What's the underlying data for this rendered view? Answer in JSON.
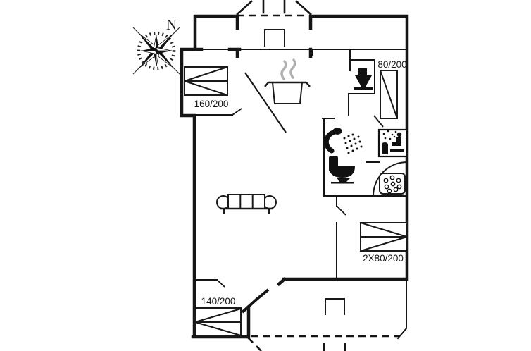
{
  "diagram_type": "floor-plan",
  "compass": {
    "north_label": "N"
  },
  "rooms": {
    "bed_labels": [
      {
        "name": "bed-160",
        "label": "160/200"
      },
      {
        "name": "bed-80",
        "label": "80/200"
      },
      {
        "name": "bed-2x80",
        "label": "2X80/200"
      },
      {
        "name": "bed-140",
        "label": "140/200"
      }
    ]
  },
  "icons": {
    "compass_rose": "eight-point compass rose with tick ring",
    "stove_pot": "steaming cooking pot (kitchen)",
    "toilet_wc": "toilet pictogram in WC",
    "toilet_bathroom": "toilet pictogram in bathroom",
    "shower": "hand shower with spray",
    "sauna": "sauna pictogram: person on bench beside stove",
    "whirlpool": "corner whirlpool tub with bubbles",
    "sofa": "three-seat sofa",
    "terrace_table_north": "table on north terrace",
    "terrace_table_south": "table on south terrace"
  },
  "colors": {
    "line": "#151515",
    "steam": "#b0b0b0",
    "background": "#ffffff"
  }
}
